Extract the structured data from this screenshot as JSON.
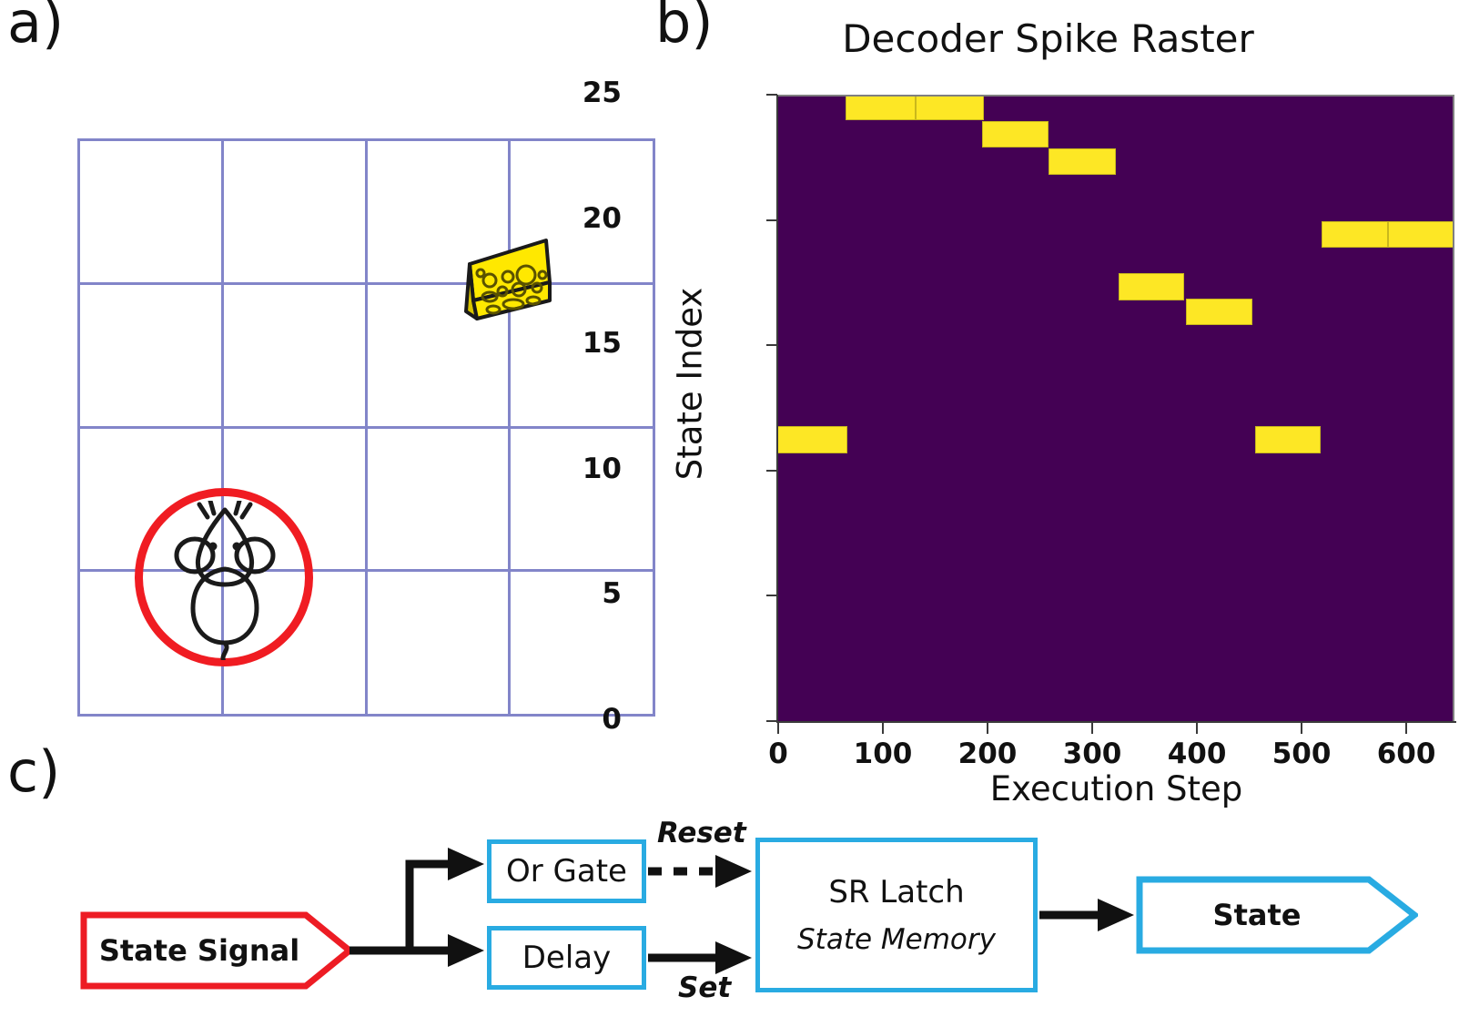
{
  "panels": {
    "a_label": "a)",
    "b_label": "b)",
    "c_label": "c)"
  },
  "panel_a": {
    "name": "grid-world-maze",
    "grid_rows": 4,
    "grid_cols": 4,
    "grid_line_color": "#8285c9",
    "agent_marker_color": "#f01c22",
    "agent_icon": "mouse-icon",
    "goal_icon": "cheese-icon",
    "agent_cell": "row 3, col 1 (on lower-left intersection)",
    "goal_cell": "row 1, col 4"
  },
  "chart_data": {
    "type": "heatmap",
    "title": "Decoder Spike Raster",
    "xlabel": "Execution Step",
    "ylabel": "State Index",
    "xlim": [
      0,
      646
    ],
    "ylim": [
      0,
      25
    ],
    "xticks": [
      0,
      100,
      200,
      300,
      400,
      500,
      600
    ],
    "xtick_labels": [
      "0",
      "100",
      "200",
      "300",
      "400",
      "500",
      "600"
    ],
    "yticks": [
      0,
      5,
      10,
      15,
      20,
      25
    ],
    "ytick_labels": [
      "0",
      "5",
      "10",
      "15",
      "20",
      "25"
    ],
    "grid": false,
    "legend": null,
    "background_color": "#440154",
    "spike_color": "#fde725",
    "colormap": "viridis",
    "spikes": [
      {
        "state_index": 11.3,
        "step_start": 0,
        "step_end": 65
      },
      {
        "state_index": 24.6,
        "step_start": 65,
        "step_end": 130
      },
      {
        "state_index": 24.6,
        "step_start": 132,
        "step_end": 196
      },
      {
        "state_index": 23.5,
        "step_start": 196,
        "step_end": 257
      },
      {
        "state_index": 22.4,
        "step_start": 259,
        "step_end": 322
      },
      {
        "state_index": 17.4,
        "step_start": 326,
        "step_end": 387
      },
      {
        "state_index": 16.4,
        "step_start": 390,
        "step_end": 452
      },
      {
        "state_index": 11.3,
        "step_start": 456,
        "step_end": 517
      },
      {
        "state_index": 19.5,
        "step_start": 520,
        "step_end": 582
      },
      {
        "state_index": 19.5,
        "step_start": 583,
        "step_end": 646
      }
    ]
  },
  "panel_c": {
    "state_signal": "State Signal",
    "or_gate": "Or Gate",
    "delay": "Delay",
    "reset": "Reset",
    "set": "Set",
    "sr_latch": "SR Latch",
    "state_memory": "State Memory",
    "state_output": "State",
    "colors": {
      "input_signal_border": "#ed1c24",
      "block_border": "#29abe2",
      "arrow": "#111111"
    }
  }
}
